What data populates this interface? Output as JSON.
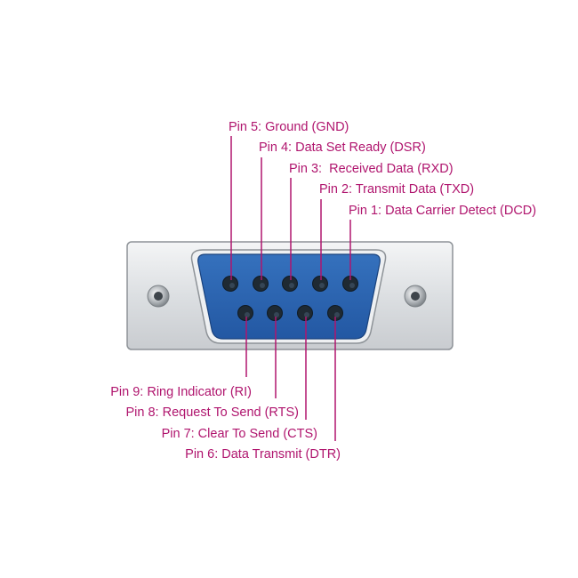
{
  "colors": {
    "label": "#b0156e",
    "shell": "#dfe1e3",
    "connector_body": "#2c65b0",
    "pin_hole": "#1f2a33"
  },
  "pins_top": [
    {
      "label": "Pin 5: Ground (GND)"
    },
    {
      "label": "Pin 4: Data Set Ready (DSR)"
    },
    {
      "label": "Pin 3:  Received Data (RXD)"
    },
    {
      "label": "Pin 2: Transmit Data (TXD)"
    },
    {
      "label": "Pin 1: Data Carrier Detect (DCD)"
    }
  ],
  "pins_bottom": [
    {
      "label": "Pin 9: Ring Indicator (RI)"
    },
    {
      "label": "Pin 8: Request To Send (RTS)"
    },
    {
      "label": "Pin 7: Clear To Send (CTS)"
    },
    {
      "label": "Pin 6: Data Transmit (DTR)"
    }
  ]
}
